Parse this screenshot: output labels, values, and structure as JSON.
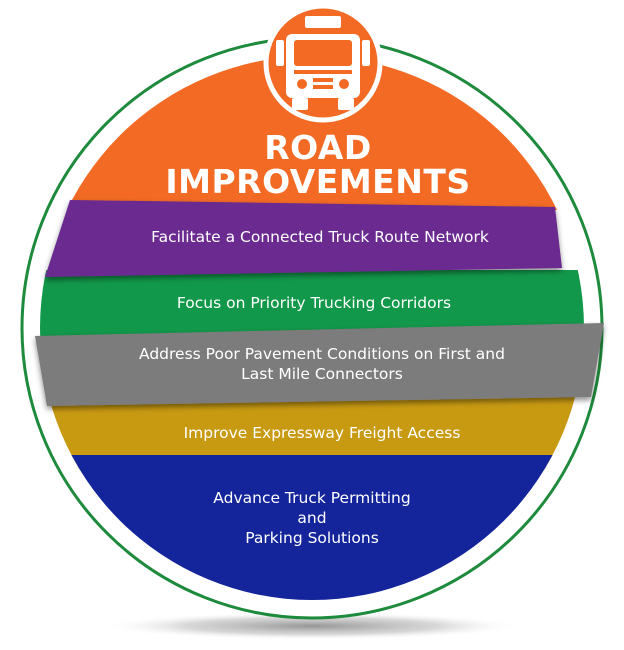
{
  "title": {
    "line1": "ROAD",
    "line2": "IMPROVEMENTS",
    "icon": "truck-icon"
  },
  "colors": {
    "ring": "#1e8a3c",
    "orange": "#f26a24",
    "purple": "#6a2c8f",
    "green": "#12984a",
    "gray": "#7b7b7b",
    "gold": "#c89a12",
    "blue": "#14249a"
  },
  "bands": [
    {
      "id": "purple",
      "lines": [
        "Facilitate a Connected Truck Route Network"
      ]
    },
    {
      "id": "green",
      "lines": [
        "Focus on Priority Trucking Corridors"
      ]
    },
    {
      "id": "gray",
      "lines": [
        "Address Poor Pavement Conditions on First and",
        "Last Mile Connectors"
      ]
    },
    {
      "id": "gold",
      "lines": [
        "Improve Expressway Freight Access"
      ]
    },
    {
      "id": "blue",
      "lines": [
        "Advance Truck Permitting",
        "and",
        "Parking Solutions"
      ]
    }
  ]
}
